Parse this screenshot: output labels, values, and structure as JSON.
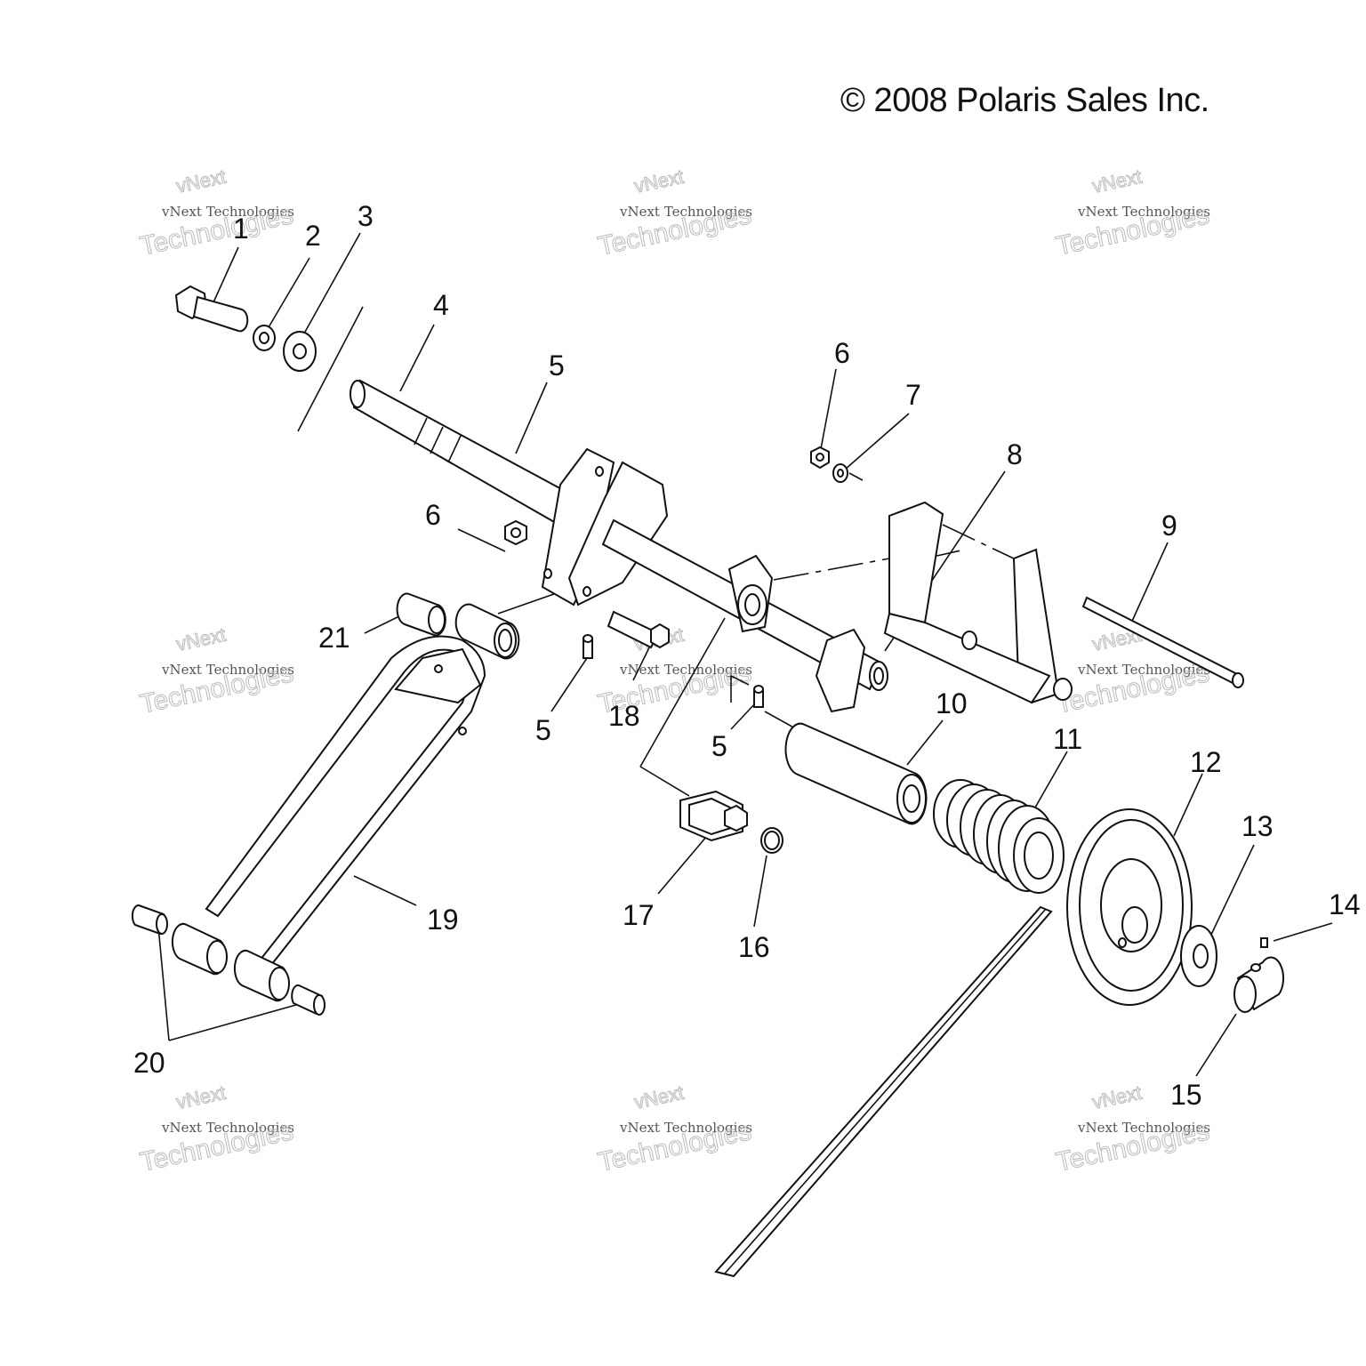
{
  "copyright": "© 2008 Polaris Sales Inc.",
  "watermark": {
    "line1": "vNext",
    "line2": "vNext Technologies",
    "line3": "Technologies"
  },
  "callouts": [
    "1",
    "2",
    "3",
    "4",
    "5",
    "6",
    "7",
    "8",
    "9",
    "10",
    "11",
    "12",
    "13",
    "14",
    "15",
    "16",
    "17",
    "18",
    "19",
    "20",
    "21"
  ]
}
